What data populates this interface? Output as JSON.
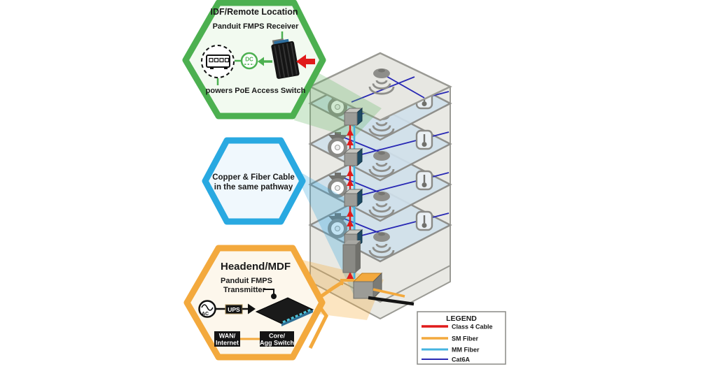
{
  "hexagons": {
    "idf": {
      "title": "IDF/Remote Location",
      "device_label": "Panduit FMPS Receiver",
      "dc_label": "DC",
      "caption": "powers PoE Access Switch"
    },
    "pathway": {
      "line1": "Copper & Fiber Cable",
      "line2": "in the same pathway"
    },
    "headend": {
      "title": "Headend/MDF",
      "device_label_line1": "Panduit FMPS",
      "device_label_line2": "Transmitter",
      "ac_label": "AC",
      "ups_label": "UPS",
      "wan_line1": "WAN/",
      "wan_line2": "Internet",
      "core_line1": "Core/",
      "core_line2": "Agg Switch"
    }
  },
  "legend": {
    "title": "LEGEND",
    "items": [
      {
        "label": "Class 4 Cable",
        "color": "#e01b1b"
      },
      {
        "label": "SM Fiber",
        "color": "#f3a93d"
      },
      {
        "label": "MM Fiber",
        "color": "#45b4e0"
      },
      {
        "label": "Cat6A",
        "color": "#2828b4"
      }
    ]
  },
  "colors": {
    "idf_green": "#4cb050",
    "pathway_blue": "#29a9e1",
    "headend_orange": "#f3a93d",
    "class4_red": "#e01b1b",
    "sm_fiber_orange": "#f3a93d",
    "mm_fiber_blue": "#45b4e0",
    "cat6a_blue": "#2828b4",
    "floor_fill": "#cfe0ea"
  }
}
